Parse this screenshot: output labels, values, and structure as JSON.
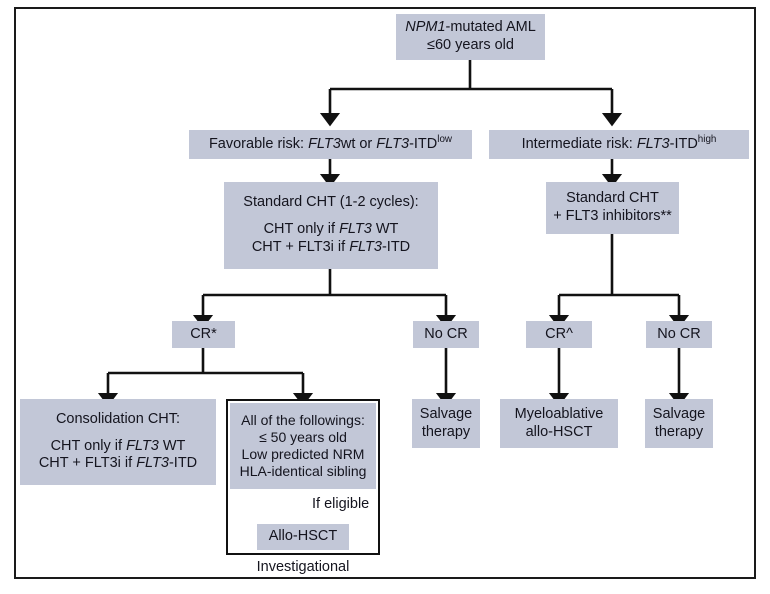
{
  "figure": {
    "type": "clinical-treatment-flowchart",
    "colors": {
      "node_fill": "#c2c7d7",
      "line": "#111111",
      "text": "#14141e",
      "frame": "#1a1a1a",
      "background": "#ffffff"
    },
    "caption": "Investigational"
  },
  "nodes": {
    "root": {
      "line1_pre": "NPM1",
      "line1_post": "-mutated AML",
      "line2": "≤60 years old"
    },
    "favorable": {
      "pre": "Favorable risk: ",
      "gene1": "FLT3",
      "mid": "wt or ",
      "gene2": "FLT3",
      "post": "-ITD",
      "sup": "low"
    },
    "intermediate": {
      "pre": "Intermediate risk: ",
      "gene1": "FLT3",
      "post": "-ITD",
      "sup": "high"
    },
    "standard_cht_left": {
      "line1": "Standard CHT (1-2 cycles):",
      "line2_pre": "CHT only if ",
      "line2_gene": "FLT3",
      "line2_post": " WT",
      "line3_pre": "CHT + FLT3i if ",
      "line3_gene": "FLT3",
      "line3_post": "-ITD"
    },
    "standard_cht_right": {
      "line1": "Standard CHT",
      "line2": "+ FLT3 inhibitors**"
    },
    "cr_left": {
      "label": "CR*"
    },
    "no_cr_left": {
      "label": "No CR"
    },
    "cr_right": {
      "label": "CR^"
    },
    "no_cr_right": {
      "label": "No CR"
    },
    "consolidation": {
      "line1": "Consolidation CHT:",
      "line2_pre": "CHT only if ",
      "line2_gene": "FLT3",
      "line2_post": " WT",
      "line3_pre": "CHT + FLT3i if ",
      "line3_gene": "FLT3",
      "line3_post": "-ITD"
    },
    "criteria": {
      "line1": "All of the followings:",
      "line2": "≤ 50 years old",
      "line3": "Low predicted NRM",
      "line4": "HLA-identical sibling"
    },
    "allo_hsct": {
      "label": "Allo-HSCT"
    },
    "salvage_left": {
      "line1": "Salvage",
      "line2": "therapy"
    },
    "myeloablative": {
      "line1": "Myeloablative",
      "line2": "allo-HSCT"
    },
    "salvage_right": {
      "line1": "Salvage",
      "line2": "therapy"
    }
  },
  "edges": {
    "if_eligible": "If eligible"
  }
}
